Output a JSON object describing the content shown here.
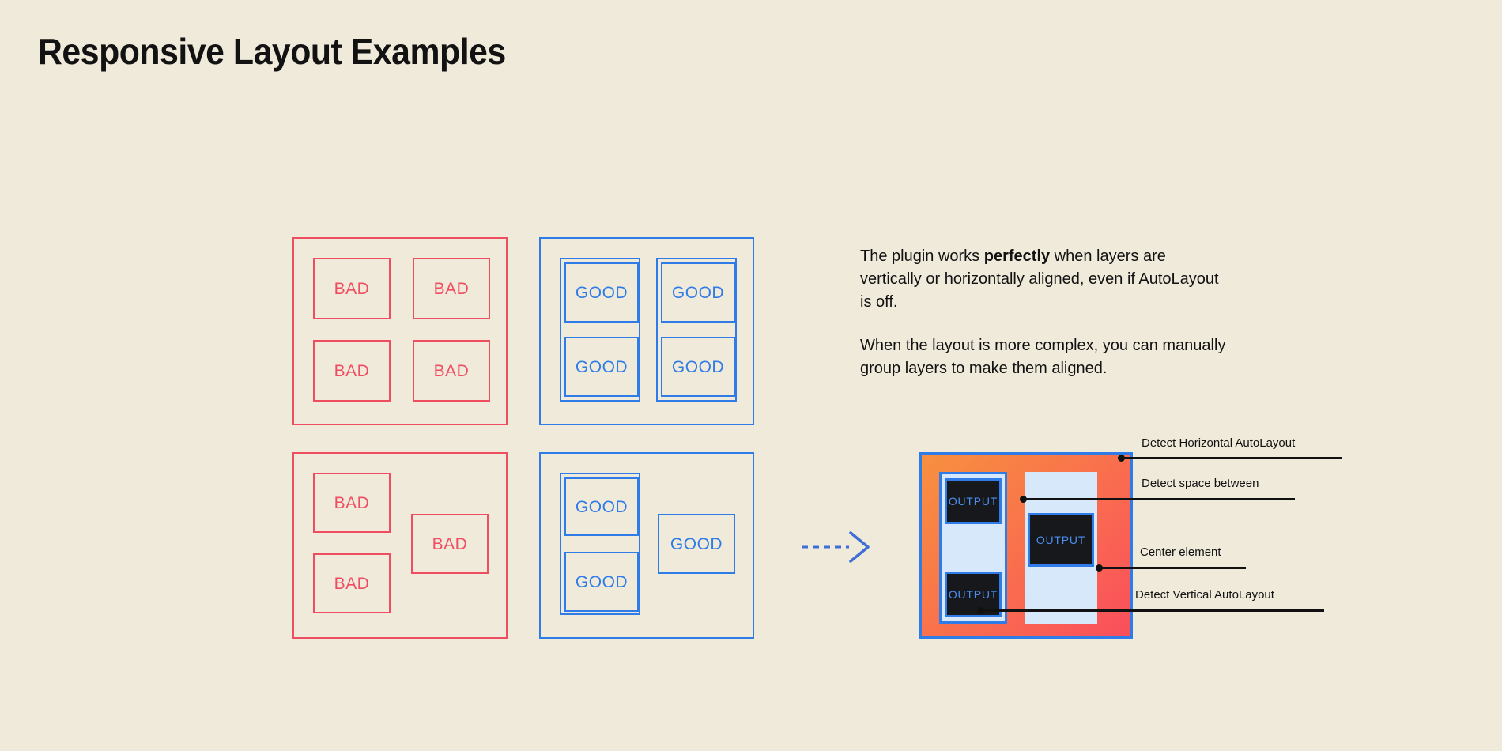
{
  "page": {
    "title": "Responsive Layout Examples",
    "background_color": "#F0EADB",
    "bad_color": "#EF4E61",
    "good_color": "#2F7BE8",
    "text_color": "#121212"
  },
  "examples": {
    "bad_grid_top": {
      "kind": "bad",
      "cells": [
        {
          "label": "BAD"
        },
        {
          "label": "BAD"
        },
        {
          "label": "BAD"
        },
        {
          "label": "BAD"
        }
      ]
    },
    "good_grid_top": {
      "kind": "good",
      "cells": [
        {
          "label": "GOOD"
        },
        {
          "label": "GOOD"
        },
        {
          "label": "GOOD"
        },
        {
          "label": "GOOD"
        }
      ]
    },
    "bad_grid_bottom": {
      "kind": "bad",
      "cells": [
        {
          "label": "BAD"
        },
        {
          "label": "BAD"
        },
        {
          "label": "BAD"
        }
      ]
    },
    "good_grid_bottom": {
      "kind": "good",
      "cells": [
        {
          "label": "GOOD"
        },
        {
          "label": "GOOD"
        },
        {
          "label": "GOOD"
        }
      ]
    }
  },
  "arrow": {
    "icon": "dashed-arrow-right-icon",
    "color": "#3E6FD6"
  },
  "copy": {
    "paragraph_1_part_1": "The plugin works ",
    "paragraph_1_emphasis": "perfectly",
    "paragraph_1_part_2": " when layers are vertically or horizontally aligned, even if AutoLayout is off.",
    "paragraph_2": "When the layout is more complex, you can manually group layers to make them aligned."
  },
  "detect_diagram": {
    "gradient_from": "#F7903F",
    "gradient_to": "#FA4E5C",
    "border_color": "#2F7BE8",
    "panel_color": "#D7E8FA",
    "output_bg": "#17181C",
    "output_text_color": "#4A8FF0",
    "outputs": [
      {
        "label": "OUTPUT"
      },
      {
        "label": "OUTPUT"
      },
      {
        "label": "OUTPUT"
      }
    ],
    "annotations": [
      {
        "label": "Detect Horizontal AutoLayout"
      },
      {
        "label": "Detect space between"
      },
      {
        "label": "Center element"
      },
      {
        "label": "Detect Vertical AutoLayout"
      }
    ]
  }
}
